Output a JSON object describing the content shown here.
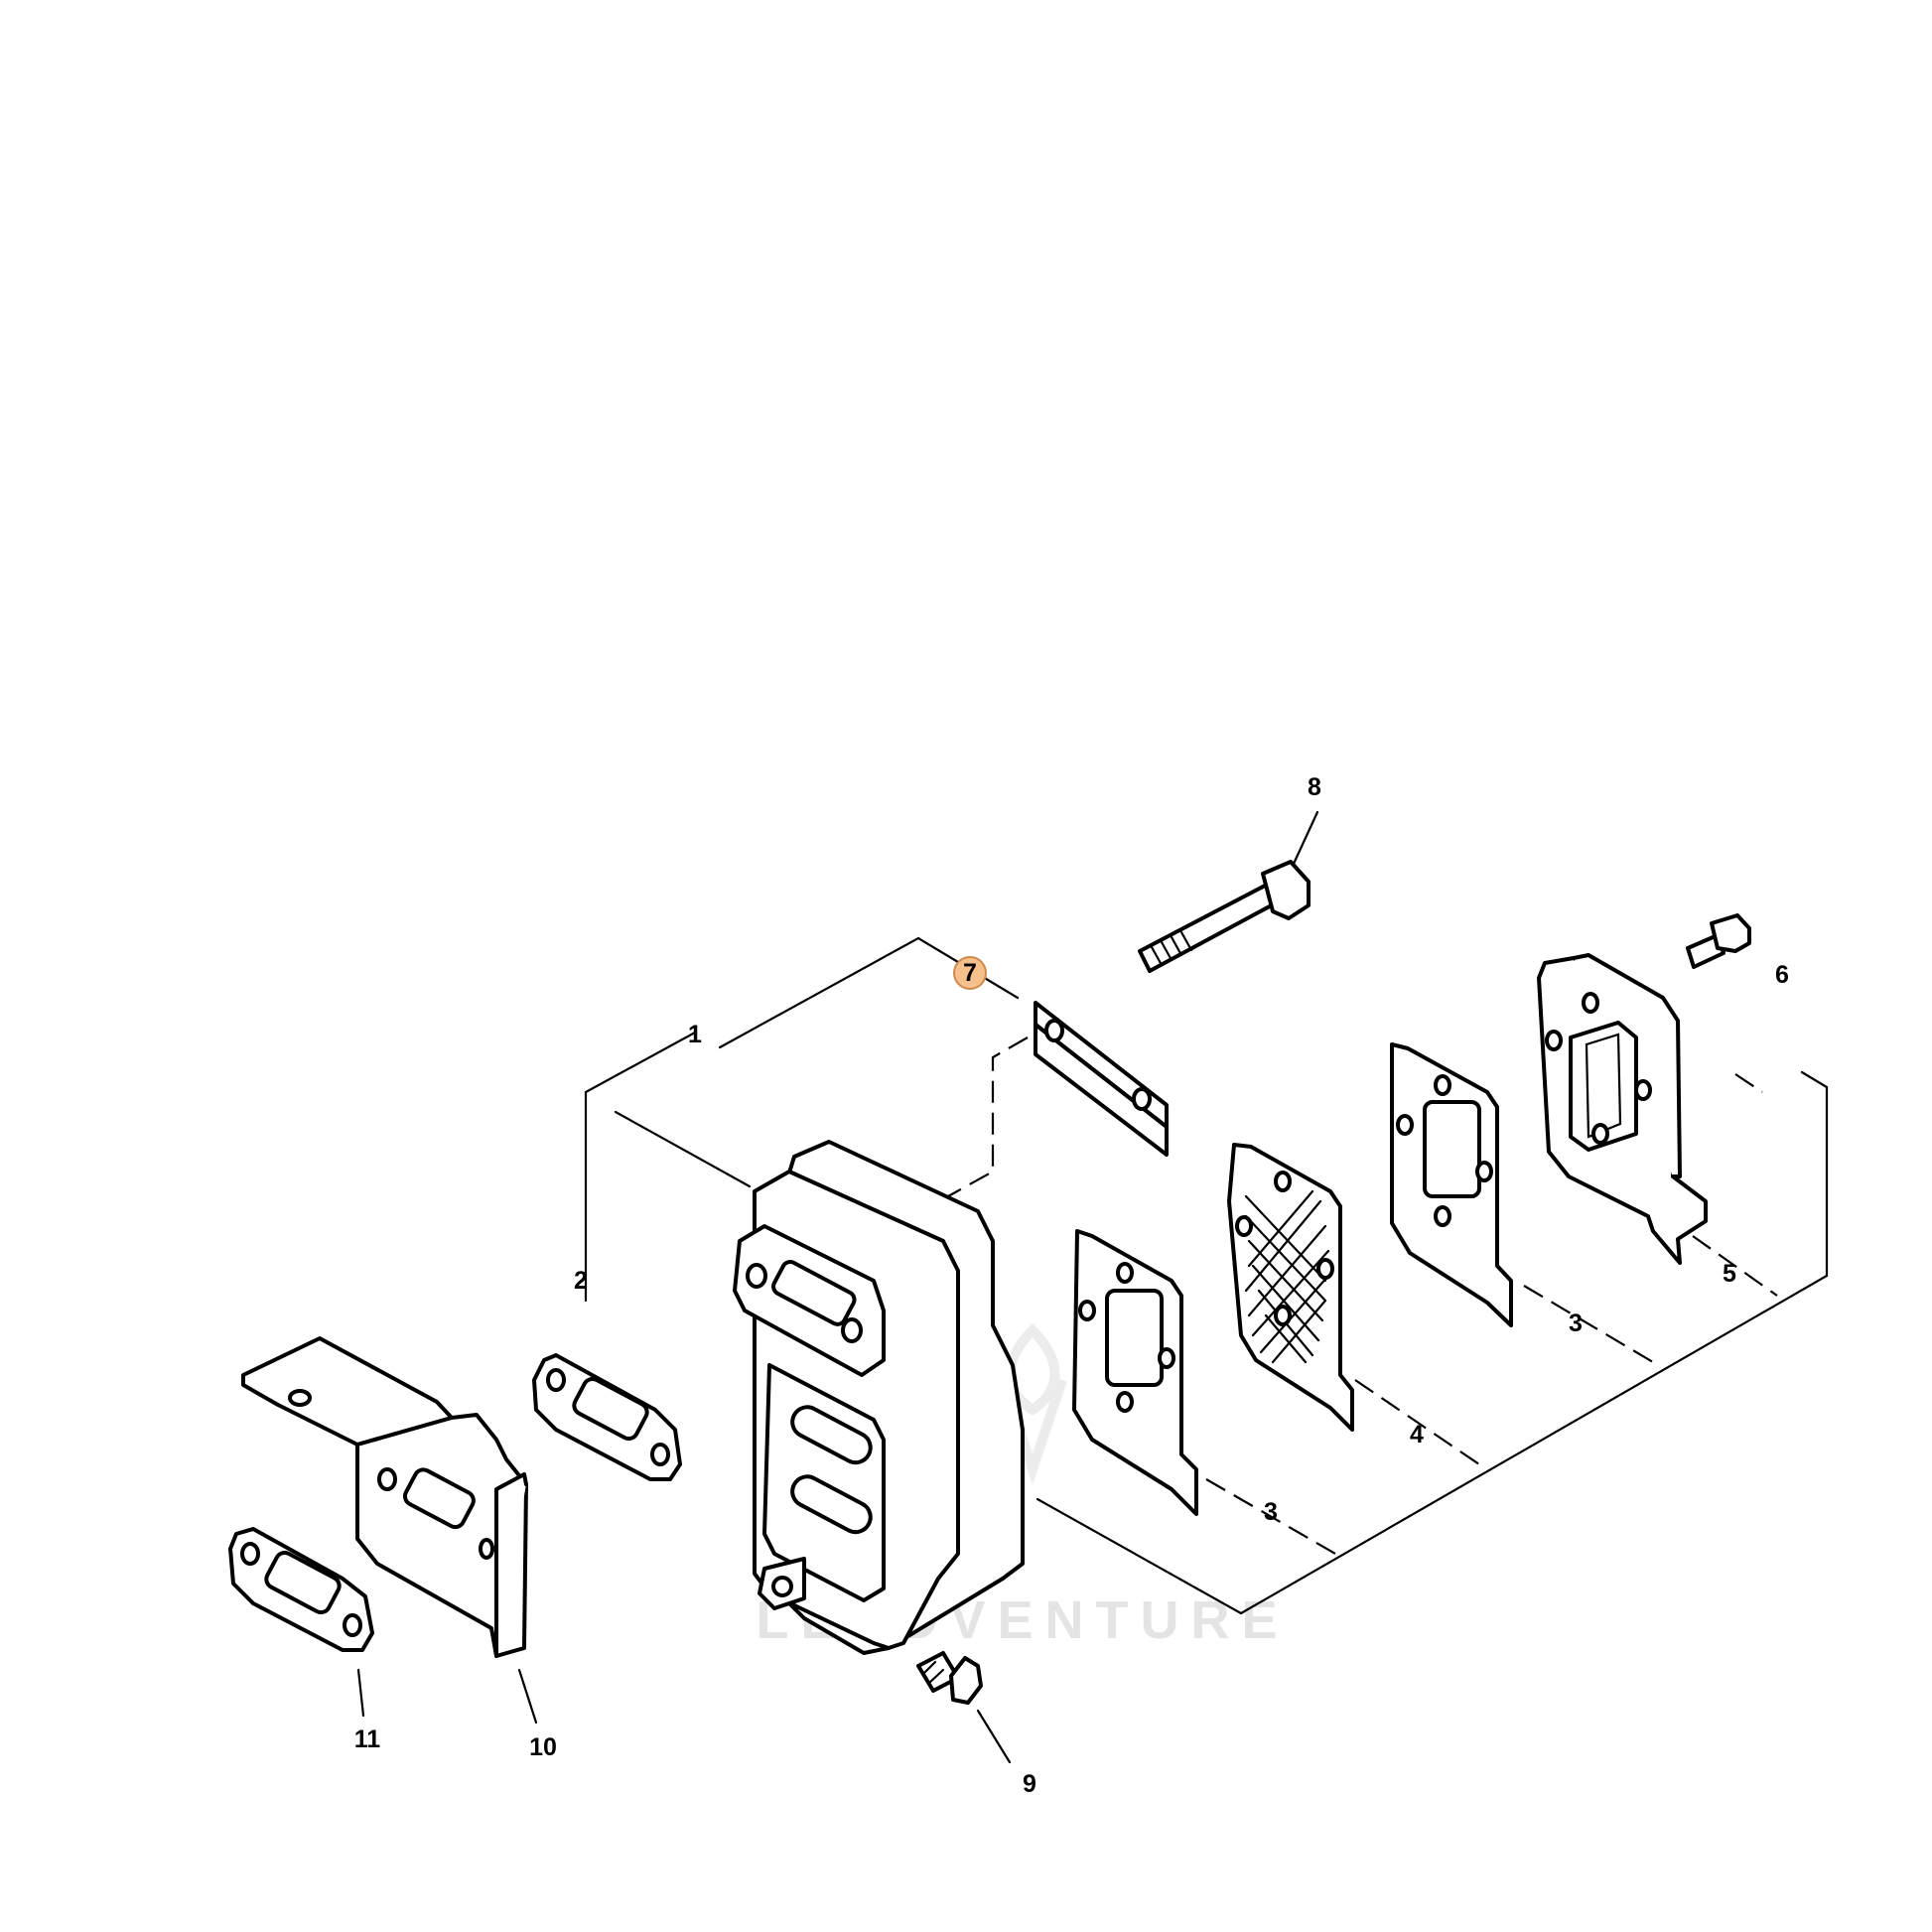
{
  "callouts": {
    "c1": "1",
    "c2": "2",
    "c3a": "3",
    "c3b": "3",
    "c4": "4",
    "c5": "5",
    "c6": "6",
    "c7": "7",
    "c8": "8",
    "c9": "9",
    "c10": "10",
    "c11": "11"
  },
  "highlight_color": "#f6c08c",
  "watermark": "LEADVENTURE"
}
